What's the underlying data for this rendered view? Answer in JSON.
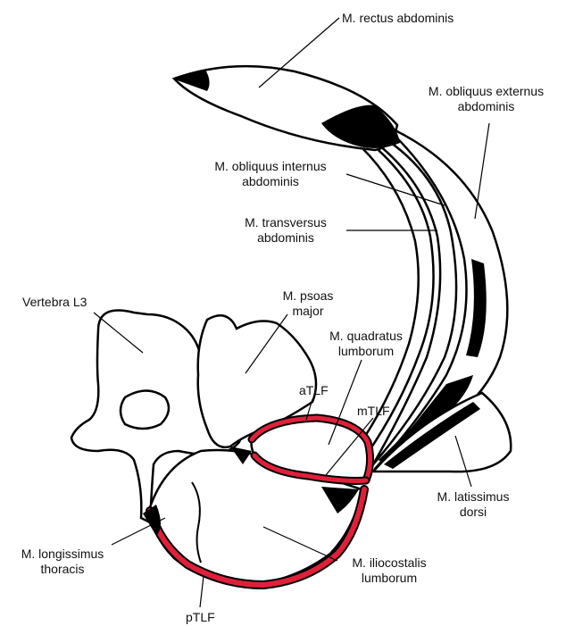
{
  "labels": {
    "rectus": "M. rectus abdominis",
    "obl_ext_1": "M. obliquus externus",
    "obl_ext_2": "abdominis",
    "obl_int_1": "M. obliquus internus",
    "obl_int_2": "abdominis",
    "transv_1": "M. transversus",
    "transv_2": "abdominis",
    "vertebra": "Vertebra L3",
    "psoas_1": "M. psoas",
    "psoas_2": "major",
    "quadratus_1": "M. quadratus",
    "quadratus_2": "lumborum",
    "atlf": "aTLF",
    "mtlf": "mTLF",
    "latissimus_1": "M. latissimus",
    "latissimus_2": "dorsi",
    "longissimus_1": "M. longissimus",
    "longissimus_2": "thoracis",
    "iliocostalis_1": "M. iliocostalis",
    "iliocostalis_2": "lumborum",
    "ptlf": "pTLF"
  },
  "colors": {
    "fascia": "#e0203a",
    "outline": "#000000",
    "background": "#ffffff"
  }
}
